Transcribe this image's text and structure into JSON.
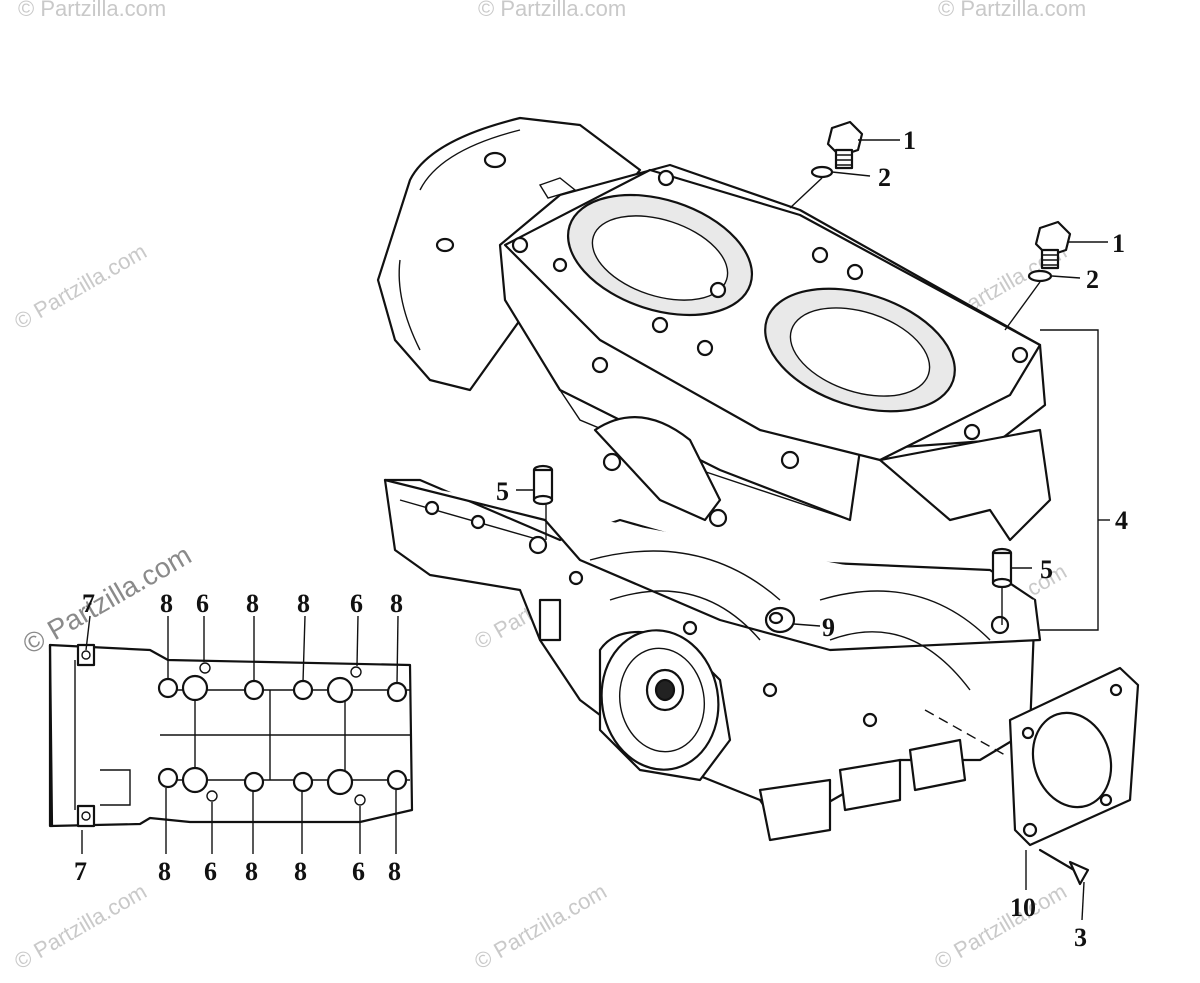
{
  "watermark": {
    "text": "© Partzilla.com",
    "color": "#c9c9c9",
    "prominent_color": "#8a8a8a"
  },
  "callouts": {
    "item_1_upper": "1",
    "item_1_lower": "1",
    "item_2_upper": "2",
    "item_2_lower": "2",
    "item_3": "3",
    "item_4": "4",
    "item_5_left": "5",
    "item_5_right": "5",
    "item_6_top_a": "6",
    "item_6_top_b": "6",
    "item_6_bot_a": "6",
    "item_6_bot_b": "6",
    "item_7_top": "7",
    "item_7_bot": "7",
    "item_8_top_a": "8",
    "item_8_top_b": "8",
    "item_8_top_c": "8",
    "item_8_top_d": "8",
    "item_8_bot_a": "8",
    "item_8_bot_b": "8",
    "item_8_bot_c": "8",
    "item_8_bot_d": "8",
    "item_9": "9",
    "item_10": "10"
  },
  "colors": {
    "ink": "#111111",
    "paper": "#ffffff"
  }
}
